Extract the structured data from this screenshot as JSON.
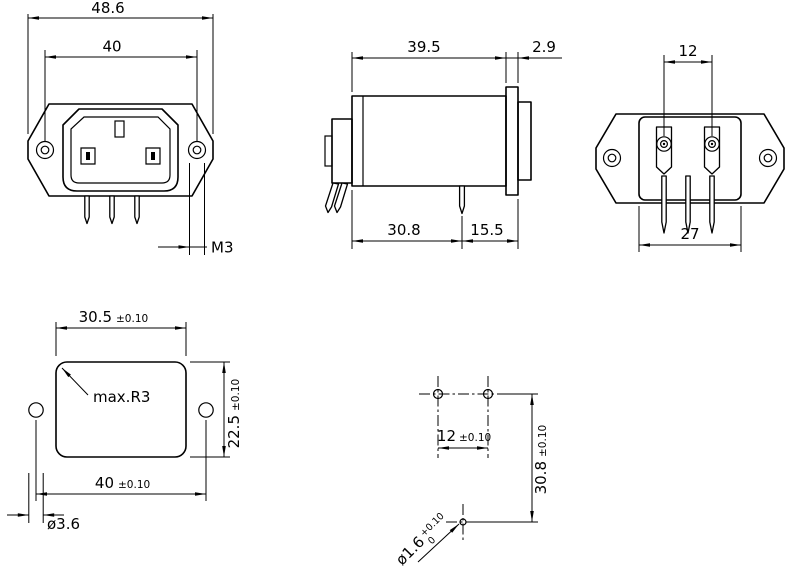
{
  "drawing": {
    "front": {
      "overall_width": "48.6",
      "hole_spacing": "40",
      "thread": "M3"
    },
    "side": {
      "body_length": "39.5",
      "flange_thickness": "2.9",
      "length_to_pin": "30.8",
      "pin_to_flange": "15.5"
    },
    "rear": {
      "terminal_spacing": "12",
      "body_width": "27"
    },
    "cutout": {
      "width": "30.5",
      "width_tol": "±0.10",
      "corner_radius": "max.R3",
      "height": "22.5",
      "height_tol": "±0.10",
      "hole_spacing": "40",
      "hole_spacing_tol": "±0.10",
      "hole_diameter": "ø3.6"
    },
    "drill": {
      "hole_spacing": "12",
      "hole_spacing_tol": "±0.10",
      "row_spacing": "30.8",
      "row_spacing_tol": "±0.10",
      "hole_diameter": "ø1.6",
      "hole_dia_tol_upper": "+0.10",
      "hole_dia_tol_lower": "0"
    }
  },
  "colors": {
    "line": "#000000",
    "background": "#ffffff"
  }
}
